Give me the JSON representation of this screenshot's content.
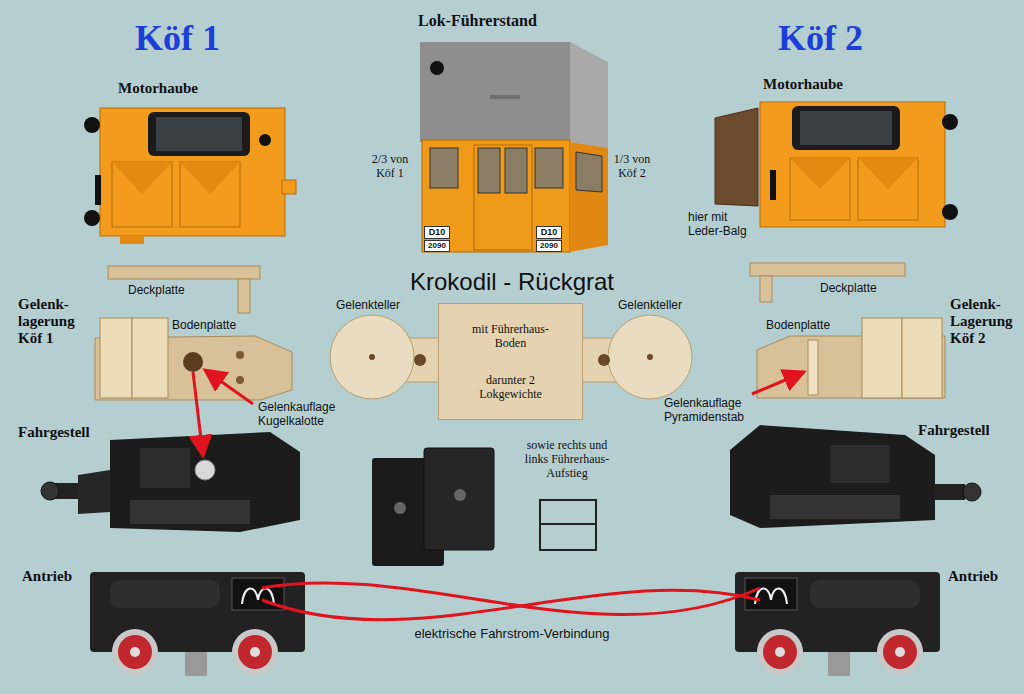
{
  "diagram": {
    "nodes": [
      {
        "text": [
          "mit Führerhaus-Boden",
          "darunter 2 Lokgewichte"
        ]
      }
    ],
    "labels": [
      "Köf 1",
      "Lok-Führerstand",
      "Köf 2",
      "Motorhaube",
      "Motorhaube",
      "2/3 von Köf 1",
      "D10",
      "2090",
      "D10",
      "2090",
      "1/3 von Köf 2",
      "hier mit Leder-Balg",
      "Krokodil - Rückgrat",
      "Deckplatte",
      "Deckplatte",
      "Gelenk-lagerung Köf 1",
      "Bodenplatte",
      "Gelenkteller",
      "Gelenkteller",
      "Bodenplatte",
      "Gelenk-Lagerung Köf 2",
      "Gelenkauflage Kugelkalotte",
      "Gelenkauflage Pyramidenstab",
      "Fahrgestell",
      "Fahrgestell",
      "sowie rechts und links Führerhaus-Aufstieg",
      "Antrieb",
      "Antrieb",
      "elektrische Fahrstrom-Verbindung"
    ]
  }
}
